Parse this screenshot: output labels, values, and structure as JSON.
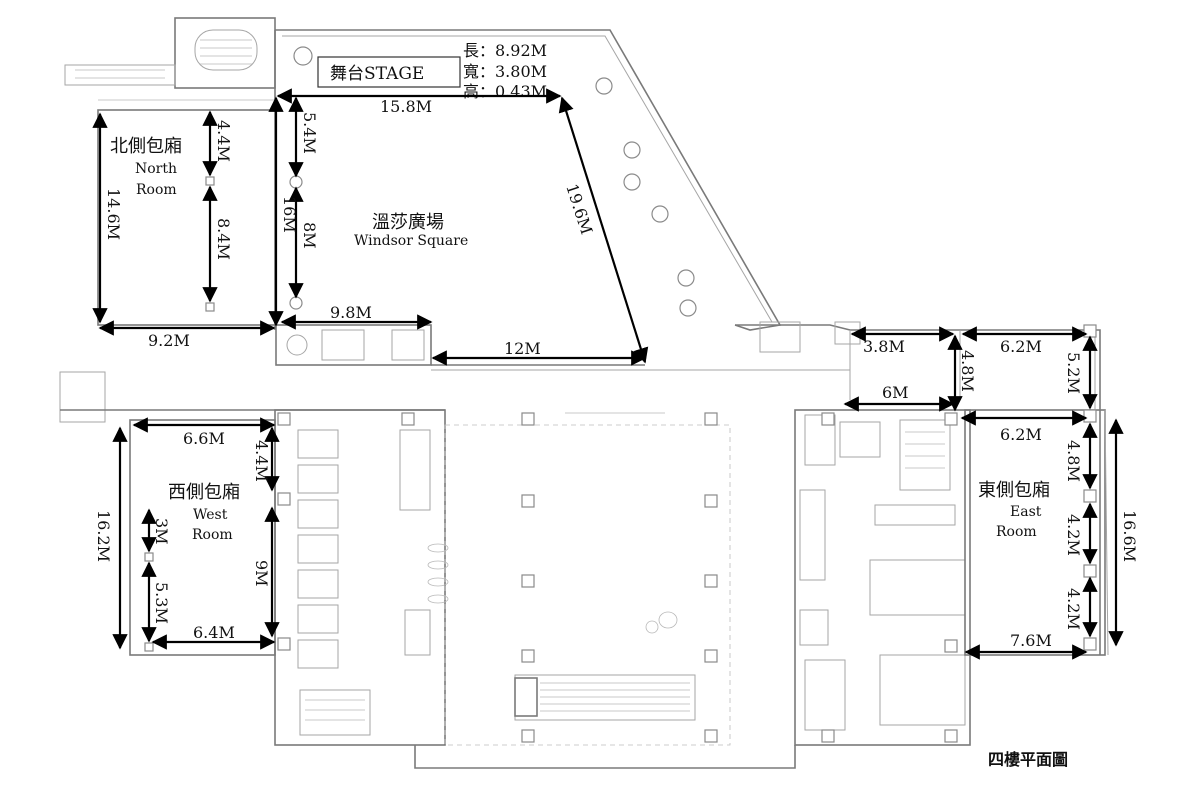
{
  "plan_title": "四樓平面圖",
  "stage": {
    "label": "舞台STAGE",
    "length": "長：8.92M",
    "width": "寬：3.80M",
    "height": "高：0.43M"
  },
  "rooms": {
    "windsor": {
      "cn": "溫莎廣場",
      "en": "Windsor Square"
    },
    "north": {
      "cn": "北側包廂",
      "en1": "North",
      "en2": "Room"
    },
    "west": {
      "cn": "西側包廂",
      "en1": "West",
      "en2": "Room"
    },
    "east": {
      "cn": "東側包廂",
      "en1": "East",
      "en2": "Room"
    }
  },
  "dimensions": {
    "windsor_top": "15.8M",
    "windsor_diag": "19.6M",
    "windsor_bottom": "12M",
    "windsor_left": "16M",
    "windsor_inner_top": "5.4M",
    "windsor_inner_mid": "8M",
    "windsor_lobby": "9.8M",
    "north_width": "9.2M",
    "north_height": "14.6M",
    "north_inner_top": "4.4M",
    "north_inner_mid": "8.4M",
    "west_width_top": "6.6M",
    "west_width_bottom": "6.4M",
    "west_height": "16.2M",
    "west_inner_top": "4.4M",
    "west_inner_mid": "9M",
    "west_small_a": "3M",
    "west_small_b": "5.3M",
    "east_a": "3.8M",
    "east_b": "6.2M",
    "east_c": "4.8M",
    "east_d": "5.2M",
    "east_e": "6M",
    "east_f": "6.2M",
    "east_g": "4.8M",
    "east_h": "4.2M",
    "east_i": "4.2M",
    "east_height": "16.6M",
    "east_width": "7.6M"
  }
}
